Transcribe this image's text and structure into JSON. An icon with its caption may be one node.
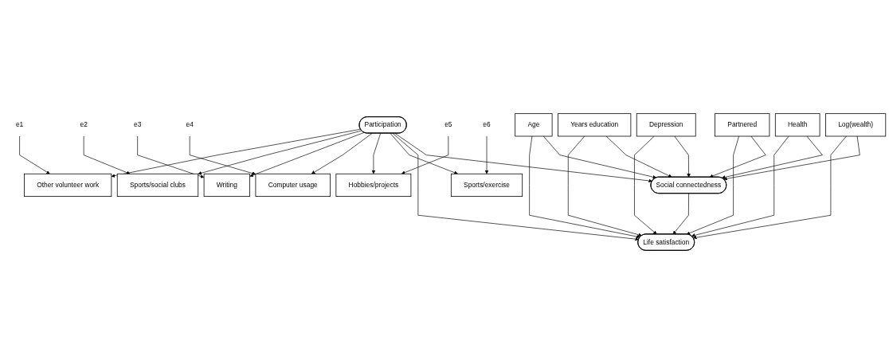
{
  "diagram": {
    "nodes": [
      {
        "text": [
          "e1"
        ]
      },
      {
        "text": [
          "e2"
        ]
      },
      {
        "text": [
          "e3"
        ]
      },
      {
        "text": [
          "e4"
        ]
      },
      {
        "text": [
          "e5"
        ]
      },
      {
        "text": [
          "e6"
        ]
      },
      {
        "text": [
          "Other volunteer work"
        ]
      },
      {
        "text": [
          "Sports/social clubs"
        ]
      },
      {
        "text": [
          "Writing"
        ]
      },
      {
        "text": [
          "Computer usage"
        ]
      },
      {
        "text": [
          "Hobbies/projects"
        ]
      },
      {
        "text": [
          "Sports/exercise"
        ]
      },
      {
        "text": [
          "Participation"
        ]
      },
      {
        "text": [
          "Life satisfaction"
        ]
      },
      {
        "text": [
          "Social connectedness"
        ]
      },
      {
        "text": [
          "Age"
        ]
      },
      {
        "text": [
          "Years education"
        ]
      },
      {
        "text": [
          "Depression"
        ]
      },
      {
        "text": [
          "Partnered"
        ]
      },
      {
        "text": [
          "Health"
        ]
      },
      {
        "text": [
          "Log(wealth)"
        ]
      }
    ],
    "edges": [
      {
        "from": 0,
        "to": 6,
        "arrow": "to"
      },
      {
        "from": 1,
        "to": 7,
        "arrow": "to"
      },
      {
        "from": 2,
        "to": 8,
        "arrow": "to"
      },
      {
        "from": 3,
        "to": 9,
        "arrow": "to"
      },
      {
        "from": 4,
        "to": 10,
        "arrow": "to"
      },
      {
        "from": 5,
        "to": 11,
        "arrow": "to"
      },
      {
        "from": 12,
        "to": 6,
        "arrow": "to"
      },
      {
        "from": 12,
        "to": 7,
        "arrow": "to"
      },
      {
        "from": 12,
        "to": 8,
        "arrow": "to"
      },
      {
        "from": 12,
        "to": 9,
        "arrow": "to"
      },
      {
        "from": 12,
        "to": 10,
        "arrow": "to"
      },
      {
        "from": 12,
        "to": 11,
        "arrow": "to"
      },
      {
        "from": 12,
        "to": 13,
        "arrow": "to"
      },
      {
        "from": 12,
        "to": 14,
        "arrow": "to"
      },
      {
        "from": 14,
        "to": 13,
        "arrow": "to"
      },
      {
        "from": 15,
        "to": 13,
        "arrow": "to"
      },
      {
        "from": 15,
        "to": 14,
        "arrow": "to"
      },
      {
        "from": 16,
        "to": 13,
        "arrow": "to"
      },
      {
        "from": 16,
        "to": 14,
        "arrow": "to"
      },
      {
        "from": 17,
        "to": 13,
        "arrow": "to"
      },
      {
        "from": 17,
        "to": 14,
        "arrow": "to"
      },
      {
        "from": 18,
        "to": 13,
        "arrow": "to"
      },
      {
        "from": 18,
        "to": 14,
        "arrow": "to"
      },
      {
        "from": 19,
        "to": 13,
        "arrow": "to"
      },
      {
        "from": 19,
        "to": 14,
        "arrow": "to"
      },
      {
        "from": 20,
        "to": 13,
        "arrow": "to"
      },
      {
        "from": 20,
        "to": 14,
        "arrow": "to"
      }
    ]
  }
}
